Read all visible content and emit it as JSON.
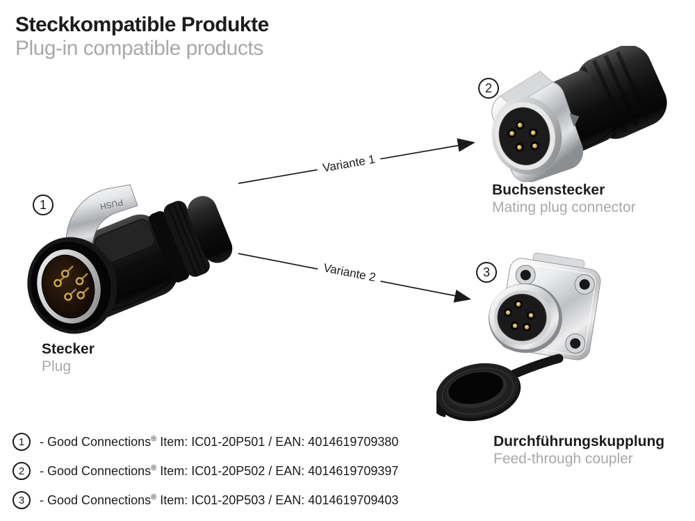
{
  "header": {
    "title_de": "Steckkompatible Produkte",
    "title_en": "Plug-in compatible products"
  },
  "arrows": [
    {
      "label": "Variante 1"
    },
    {
      "label": "Variante 2"
    }
  ],
  "products": [
    {
      "number": "1",
      "name_de": "Stecker",
      "name_en": "Plug",
      "marking": "PUSH",
      "illustration": "cable-plug-connector-5pin"
    },
    {
      "number": "2",
      "name_de": "Buchsenstecker",
      "name_en": "Mating plug connector",
      "illustration": "mating-plug-connector-5pin"
    },
    {
      "number": "3",
      "name_de": "Durchführungskupplung",
      "name_en": "Feed-through coupler",
      "illustration": "panel-feed-through-coupler-with-cap"
    }
  ],
  "legend": [
    {
      "number": "1",
      "pre": "- Good Connections",
      "sup": "®",
      "post": " Item: IC01-20P501 / EAN: 4014619709380"
    },
    {
      "number": "2",
      "pre": "- Good Connections",
      "sup": "®",
      "post": " Item: IC01-20P502 / EAN: 4014619709397"
    },
    {
      "number": "3",
      "pre": "- Good Connections",
      "sup": "®",
      "post": " Item: IC01-20P503 / EAN: 4014619709403"
    }
  ],
  "colors": {
    "text": "#1c1c1c",
    "muted_gray": "#a8a8a8",
    "arrow_black": "#1a1a1a",
    "connector_body_black": "#141414",
    "metal_silver": "#d8dadc",
    "contact_gold": "#c9a43e",
    "background": "#ffffff"
  }
}
